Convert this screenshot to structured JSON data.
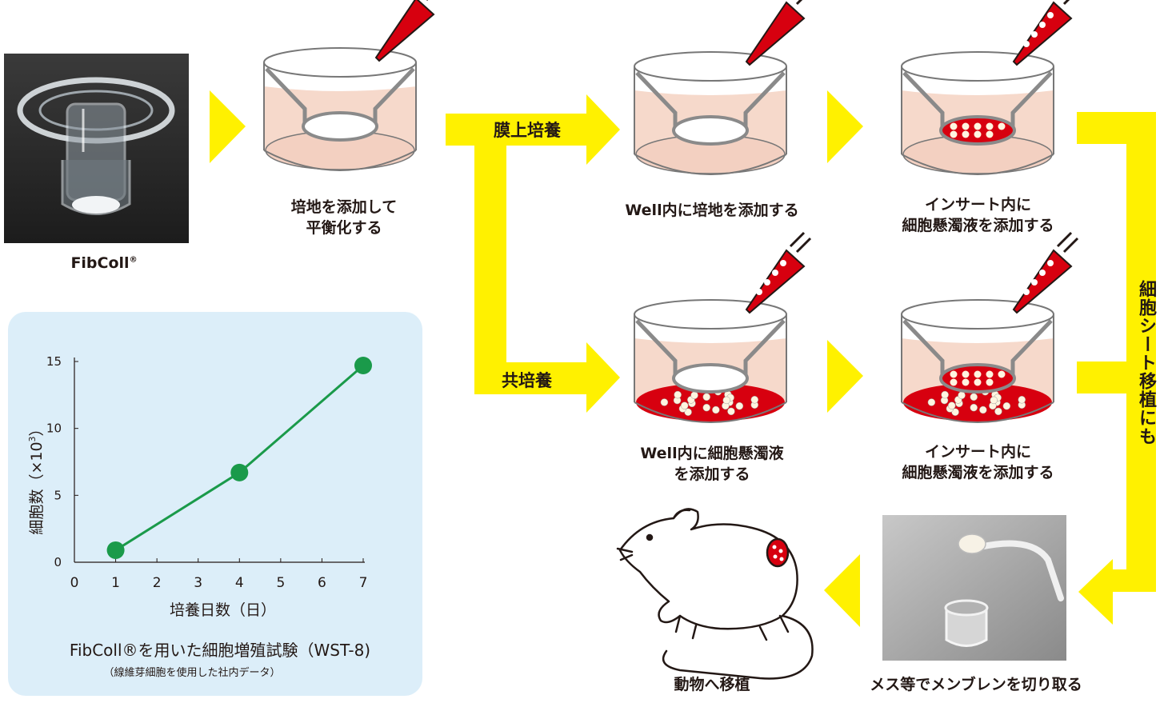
{
  "product": {
    "name": "FibColl",
    "mark": "®"
  },
  "steps": {
    "equilibrate": "培地を添加して\n平衡化する",
    "well_add_medium": "Well内に培地を添加する",
    "insert_add_cells_top": "インサート内に\n細胞懸濁液を添加する",
    "well_add_cells": "Well内に細胞懸濁液\nを添加する",
    "insert_add_cells_bottom": "インサート内に\n細胞懸濁液を添加する",
    "cut_membrane": "メス等でメンブレンを切り取る",
    "transplant": "動物へ移植"
  },
  "branches": {
    "membrane": "膜上培養",
    "coculture": "共培養"
  },
  "side_note": "細胞シート移植にも",
  "colors": {
    "arrow": "#fff100",
    "medium": "#f6d9cb",
    "cells": "#d7000f",
    "panel": "#dceef9",
    "series": "#1a9a4a"
  },
  "chart_data": {
    "type": "line",
    "title": "FibColl®を用いた細胞増殖試験（WST-8)",
    "note": "（線維芽細胞を使用した社内データ）",
    "xlabel": "培養日数（日）",
    "ylabel": "細胞数（×10",
    "ylabel_sup": "3",
    "ylabel_end": "）",
    "xlim": [
      0,
      7
    ],
    "ylim": [
      0,
      15
    ],
    "xticks": [
      "0",
      "1",
      "2",
      "3",
      "4",
      "5",
      "6",
      "7"
    ],
    "yticks": [
      "0",
      "5",
      "10",
      "15"
    ],
    "series": [
      {
        "x": [
          1,
          4,
          7
        ],
        "y": [
          0.9,
          6.7,
          14.7
        ]
      }
    ]
  }
}
